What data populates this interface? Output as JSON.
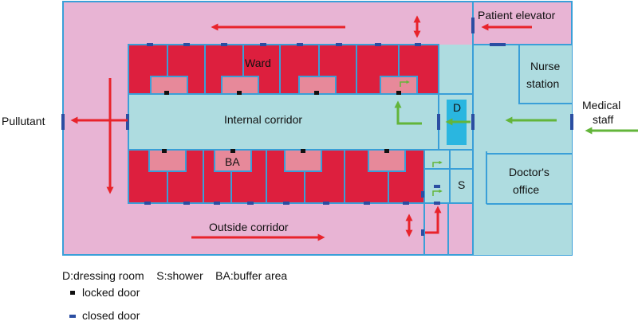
{
  "labels": {
    "patient_elevator": "Patient elevator",
    "ward": "Ward",
    "nurse_station_line1": "Nurse",
    "nurse_station_line2": "station",
    "internal_corridor": "Internal corridor",
    "dressing_room": "D",
    "medical_staff_line1": "Medical",
    "medical_staff_line2": "staff",
    "pullutant": "Pullutant",
    "buffer_area": "BA",
    "shower": "S",
    "doctors_office_line1": "Doctor's",
    "doctors_office_line2": "office",
    "outside_corridor": "Outside corridor"
  },
  "legend": {
    "abbreviations": "D:dressing room    S:shower    BA:buffer area",
    "locked_door": "locked door",
    "closed_door": "closed door"
  },
  "colors": {
    "outside_zone": "#e8b4d4",
    "ward_room": "#dd1f3e",
    "buffer_area": "#e7899a",
    "clean_zone": "#aedce0",
    "dressing_room": "#2ab6e0",
    "wall": "#3a9fd8",
    "closed_door": "#2b4ea2",
    "locked_door": "#111111",
    "contaminated_flow": "#e8232b",
    "staff_flow": "#63b53a"
  }
}
